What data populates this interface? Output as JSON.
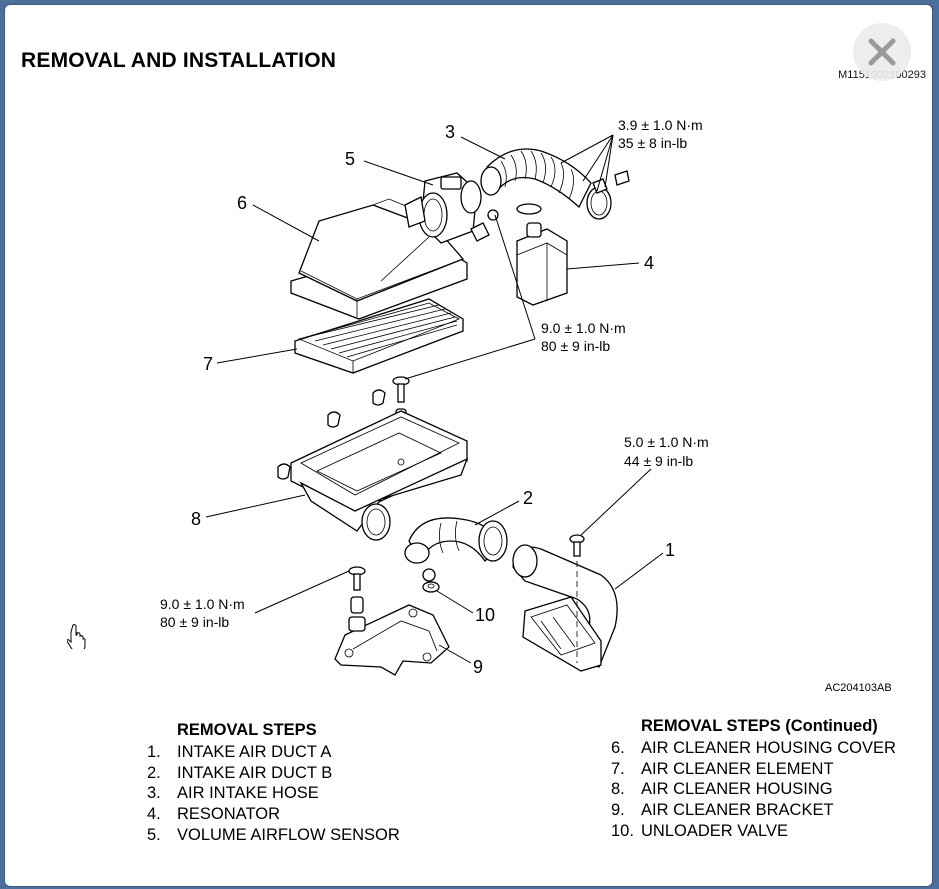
{
  "page": {
    "title": "REMOVAL AND INSTALLATION",
    "doc_id": "M1151002100293",
    "figure_code": "AC204103AB"
  },
  "callouts": {
    "c1": "1",
    "c2": "2",
    "c3": "3",
    "c4": "4",
    "c5": "5",
    "c6": "6",
    "c7": "7",
    "c8": "8",
    "c9": "9",
    "c10": "10"
  },
  "torques": {
    "hose_clamp": {
      "nm": "3.9 ± 1.0 N·m",
      "inlb": "35 ± 8 in-lb"
    },
    "sensor_bolt": {
      "nm": "9.0 ± 1.0 N·m",
      "inlb": "80 ± 9 in-lb"
    },
    "duct_bolt": {
      "nm": "5.0 ± 1.0 N·m",
      "inlb": "44 ± 9 in-lb"
    },
    "bracket_bolt": {
      "nm": "9.0 ± 1.0 N·m",
      "inlb": "80 ± 9 in-lb"
    }
  },
  "steps_left": {
    "heading": "REMOVAL STEPS",
    "items": [
      {
        "num": "1.",
        "text": "INTAKE AIR DUCT A"
      },
      {
        "num": "2.",
        "text": "INTAKE AIR DUCT B"
      },
      {
        "num": "3.",
        "text": "AIR INTAKE HOSE"
      },
      {
        "num": "4.",
        "text": "RESONATOR"
      },
      {
        "num": "5.",
        "text": "VOLUME AIRFLOW SENSOR"
      }
    ]
  },
  "steps_right": {
    "heading": "REMOVAL STEPS (Continued)",
    "items": [
      {
        "num": "6.",
        "text": "AIR CLEANER HOUSING COVER"
      },
      {
        "num": "7.",
        "text": "AIR CLEANER ELEMENT"
      },
      {
        "num": "8.",
        "text": "AIR CLEANER HOUSING"
      },
      {
        "num": "9.",
        "text": "AIR CLEANER BRACKET"
      },
      {
        "num": "10.",
        "text": "UNLOADER VALVE"
      }
    ]
  },
  "icons": {
    "close": "close-icon",
    "cursor": "hand-pointer-icon"
  },
  "colors": {
    "frame": "#4b6f9a",
    "page": "#ffffff",
    "ink": "#000000"
  }
}
